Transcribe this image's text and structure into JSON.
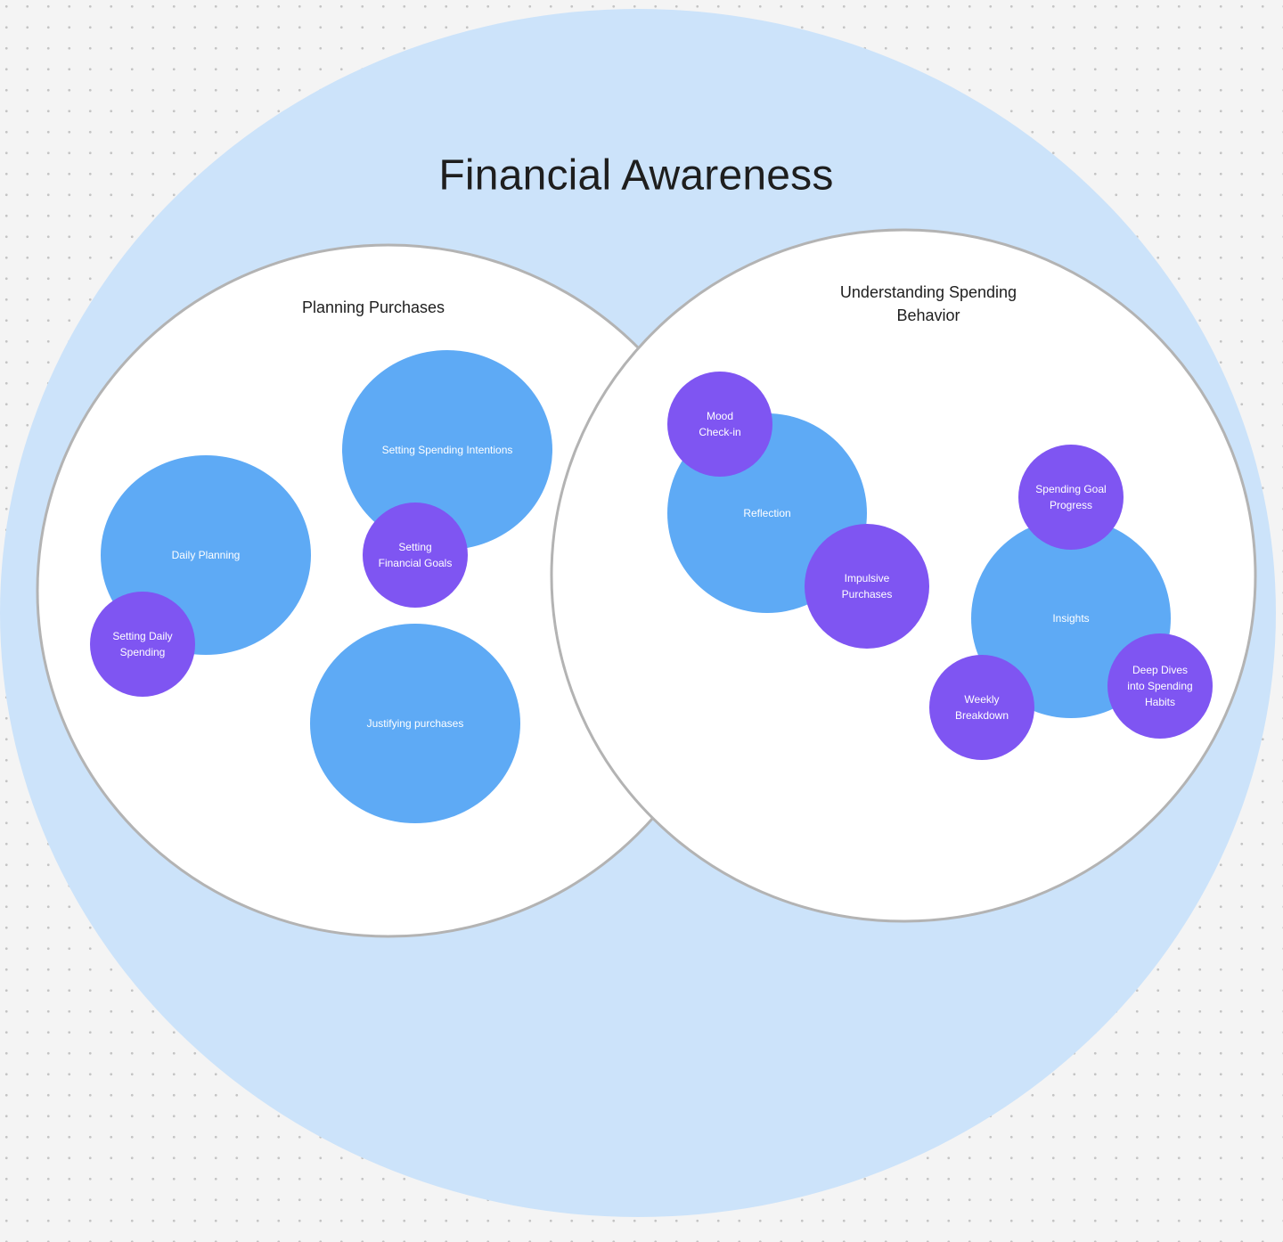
{
  "title": "Financial Awareness",
  "colors": {
    "outer": "#cce3fa",
    "group_fill": "#ffffff",
    "group_stroke": "#b3b3b3",
    "blue": "#5eaaf5",
    "purple": "#7f55f2"
  },
  "groups": [
    {
      "label": "Planning Purchases"
    },
    {
      "label": "Understanding Spending\nBehavior"
    }
  ],
  "topics": [
    {
      "label": "Daily Planning"
    },
    {
      "label": "Setting Spending Intentions"
    },
    {
      "label": "Justifying purchases"
    },
    {
      "label": "Reflection"
    },
    {
      "label": "Insights"
    }
  ],
  "features": [
    {
      "label": "Setting Daily\nSpending"
    },
    {
      "label": "Setting\nFinancial Goals"
    },
    {
      "label": "Mood\nCheck-in"
    },
    {
      "label": "Impulsive\nPurchases"
    },
    {
      "label": "Spending Goal\nProgress"
    },
    {
      "label": "Deep Dives\ninto Spending\nHabits"
    },
    {
      "label": "Weekly\nBreakdown"
    }
  ]
}
